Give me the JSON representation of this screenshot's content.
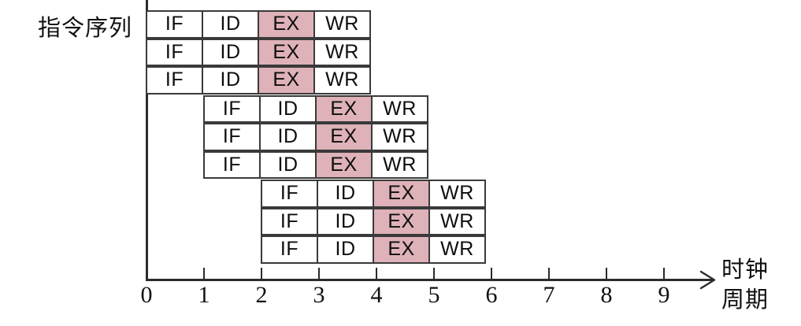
{
  "chart_data": {
    "type": "table",
    "title": "",
    "ylabel": "指令序列",
    "xlabel": "时钟周期",
    "xlabel_lines": [
      "时钟",
      "周期"
    ],
    "x_ticks": [
      "0",
      "1",
      "2",
      "3",
      "4",
      "5",
      "6",
      "7",
      "8",
      "9"
    ],
    "xlim": [
      0,
      9
    ],
    "grid": false,
    "stages": [
      "IF",
      "ID",
      "EX",
      "WR"
    ],
    "highlight_stage": "EX",
    "highlight_color": "#deb2b8",
    "cell_border_color": "#3a3a3a",
    "axis_color": "#2b2b2b",
    "rows": [
      {
        "start_cycle": 0,
        "stages": [
          "IF",
          "ID",
          "EX",
          "WR"
        ]
      },
      {
        "start_cycle": 0,
        "stages": [
          "IF",
          "ID",
          "EX",
          "WR"
        ]
      },
      {
        "start_cycle": 0,
        "stages": [
          "IF",
          "ID",
          "EX",
          "WR"
        ]
      },
      {
        "start_cycle": 1,
        "stages": [
          "IF",
          "ID",
          "EX",
          "WR"
        ]
      },
      {
        "start_cycle": 1,
        "stages": [
          "IF",
          "ID",
          "EX",
          "WR"
        ]
      },
      {
        "start_cycle": 1,
        "stages": [
          "IF",
          "ID",
          "EX",
          "WR"
        ]
      },
      {
        "start_cycle": 2,
        "stages": [
          "IF",
          "ID",
          "EX",
          "WR"
        ]
      },
      {
        "start_cycle": 2,
        "stages": [
          "IF",
          "ID",
          "EX",
          "WR"
        ]
      },
      {
        "start_cycle": 2,
        "stages": [
          "IF",
          "ID",
          "EX",
          "WR"
        ]
      }
    ]
  }
}
